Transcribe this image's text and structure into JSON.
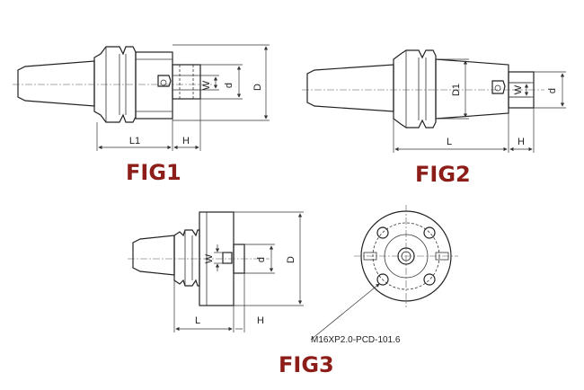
{
  "figures": {
    "fig1": {
      "caption": "FIG1",
      "labels": {
        "L1": "L1",
        "H": "H",
        "W": "W",
        "d": "d",
        "D": "D"
      }
    },
    "fig2": {
      "caption": "FIG2",
      "labels": {
        "L": "L",
        "H": "H",
        "W": "W",
        "d": "d",
        "D1": "D1"
      }
    },
    "fig3": {
      "caption": "FIG3",
      "labels": {
        "L": "L",
        "H": "H",
        "W": "W",
        "d": "d",
        "D": "D"
      },
      "note": "M16XP2.0-PCD-101.6"
    }
  },
  "colors": {
    "caption": "#8c1d18",
    "line": "#222222",
    "background": "#ffffff"
  }
}
